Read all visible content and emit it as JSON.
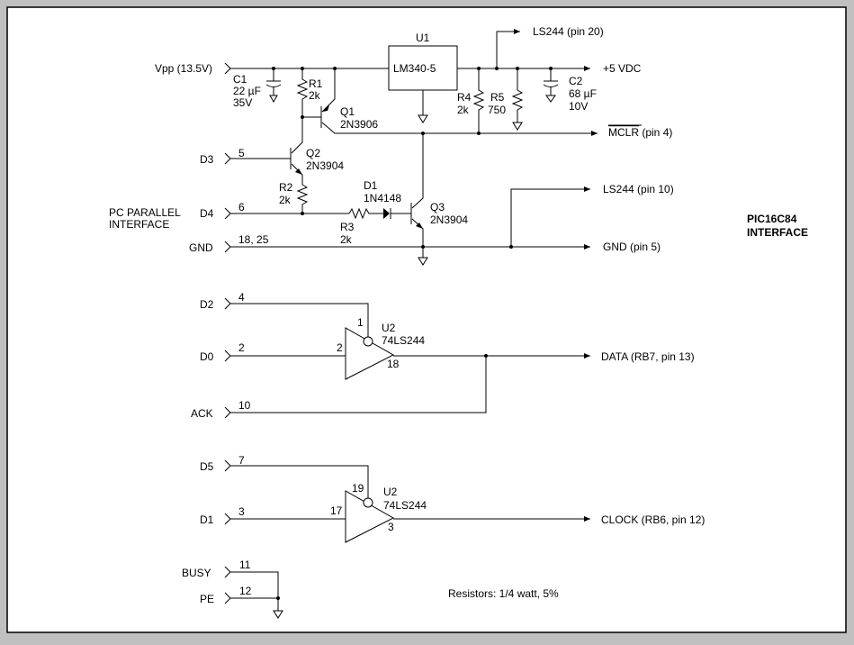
{
  "title": {
    "line1": "PIC16C84",
    "line2": "INTERFACE"
  },
  "note": "Resistors: 1/4 watt, 5%",
  "parallel_label": {
    "line1": "PC PARALLEL",
    "line2": "INTERFACE"
  },
  "inputs": {
    "vpp": "Vpp (13.5V)",
    "d3": "D3",
    "d4": "D4",
    "gnd": "GND",
    "d2": "D2",
    "d0": "D0",
    "ack": "ACK",
    "d5": "D5",
    "d1": "D1",
    "busy": "BUSY",
    "pe": "PE"
  },
  "pins": {
    "d3": "5",
    "d4": "6",
    "gnd": "18, 25",
    "d2": "4",
    "d0": "2",
    "ack": "10",
    "d5": "7",
    "d1": "3",
    "busy": "11",
    "pe": "12",
    "u2a_oe": "1",
    "u2a_in": "2",
    "u2a_out": "18",
    "u2b_oe": "19",
    "u2b_in": "17",
    "u2b_out": "3"
  },
  "outputs": {
    "ls244_20": "LS244  (pin 20)",
    "vdc": "+5 VDC",
    "mclr": "MCLR",
    "mclr_pin": " (pin 4)",
    "ls244_10": "LS244 (pin 10)",
    "gnd5": "GND (pin 5)",
    "data": "DATA (RB7, pin 13)",
    "clock": "CLOCK (RB6, pin 12)"
  },
  "components": {
    "u1": {
      "ref": "U1",
      "part": "LM340-5"
    },
    "c1": {
      "ref": "C1",
      "value": "22 µF",
      "rating": "35V"
    },
    "c2": {
      "ref": "C2",
      "value": "68 µF",
      "rating": "10V"
    },
    "r1": {
      "ref": "R1",
      "value": "2k"
    },
    "r2": {
      "ref": "R2",
      "value": "2k"
    },
    "r3": {
      "ref": "R3",
      "value": "2k"
    },
    "r4": {
      "ref": "R4",
      "value": "2k"
    },
    "r5": {
      "ref": "R5",
      "value": "750"
    },
    "q1": {
      "ref": "Q1",
      "part": "2N3906"
    },
    "q2": {
      "ref": "Q2",
      "part": "2N3904"
    },
    "q3": {
      "ref": "Q3",
      "part": "2N3904"
    },
    "d1": {
      "ref": "D1",
      "part": "1N4148"
    },
    "u2a": {
      "ref": "U2",
      "part": "74LS244"
    },
    "u2b": {
      "ref": "U2",
      "part": "74LS244"
    }
  }
}
